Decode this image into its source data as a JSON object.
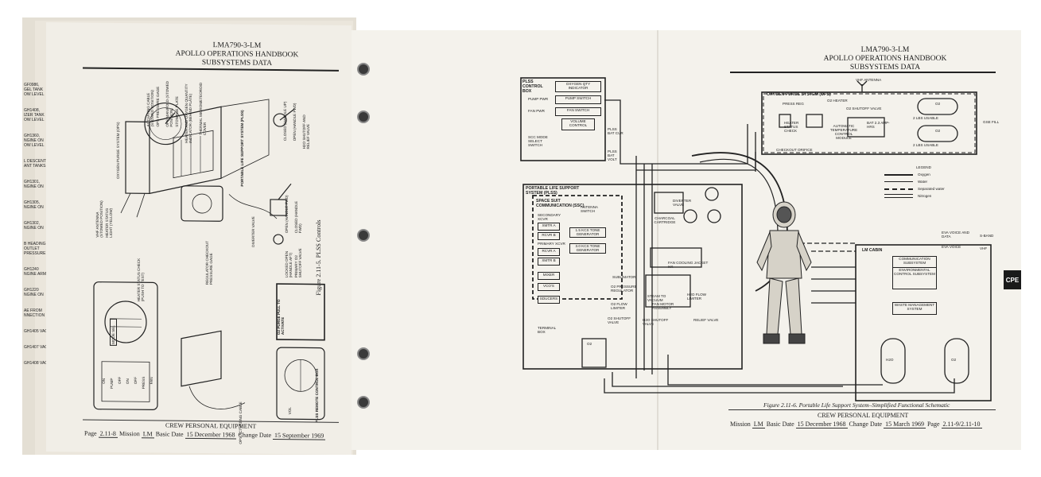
{
  "left_page": {
    "header": {
      "doc_id": "LMA790-3-LM",
      "title": "APOLLO OPERATIONS HANDBOOK",
      "subtitle": "SUBSYSTEMS DATA"
    },
    "callouts_ops": [
      "ACTUATING CABLE (STOWED POSITION)",
      "OPS PRESSURE GAGE",
      "OPS MANIFOLD (STOWED POSITION)",
      "STOWAGE PLATE",
      "HEATER AND OXYGEN QUANTITY INDICATOR (BEHIND PLATE)",
      "THERMAL MICROMETEOROID COVER"
    ],
    "callouts_ops_lower": [
      "VHF ANTENNA (STOWED POSITION)",
      "HEATER STATUS LIGHT (YELLOW)",
      "REGULATOR CHECKOUT PRESSURE GAGE",
      "HEATER STATUS CHECK (PUSH TO TEST)"
    ],
    "section_ops": "OXYGEN PURGE SYSTEM (OPS)",
    "section_plss": "PORTABLE LIFE SUPPORT SYSTEM (PLSS)",
    "callouts_plss": [
      "CLOSED (HANDLE UP)",
      "OPEN (HANDLE FWD)",
      "H2O SHUTOFF AND RELIEF VALVE",
      "OPEN (HANDLE FWD)",
      "CLOSED (HANDLE FWD)",
      "LOCKED OPEN (HANDLE AFT)",
      "PRIMARY O2 SHUTOFF VALVE",
      "DIVERTER VALVE"
    ],
    "section_rcb": "PLSS REMOTE CONTROL BOX",
    "rcb_labels": [
      "ON",
      "PUMP",
      "OFF",
      "ON",
      "OFF",
      "PRESS",
      "FAN",
      "MODE SEL"
    ],
    "rcb_callouts": [
      "VOL",
      "OPS ACTUATING CABLE",
      "O2 PURGE PULL TO ACTIVATE"
    ],
    "figure_caption": "Figure 2.11-5. PLSS Controls",
    "footer": {
      "section": "CREW PERSONAL EQUIPMENT",
      "page_label": "Page",
      "page": "2.11-8",
      "mission_label": "Mission",
      "mission": "LM",
      "basic_date_label": "Basic Date",
      "basic_date": "15 December 1968",
      "change_date_label": "Change Date",
      "change_date": "15 September 1969"
    },
    "edge_fragments": [
      "GF0986, GEL TANK OW LEVEL",
      "GH1408, IZER TANK OW LEVEL",
      "GH1360, NGINE ON OW LEVEL",
      "L DESCENT ANT TANKS",
      "GH1301, NGINE ON",
      "GH1305, NGINE ON",
      "GH1302, NGINE ON",
      "B HEADING OUTLET PRESSURE",
      "GH1240 NGINE ARM",
      "GH1220 NGINE ON",
      "AE FROM NNECTION",
      "GH1405 VAC",
      "GH1407 VAC",
      "GH1408 VAC"
    ]
  },
  "right_page": {
    "header": {
      "doc_id": "LMA790-3-LM",
      "title": "APOLLO OPERATIONS HANDBOOK",
      "subtitle": "SUBSYSTEMS DATA"
    },
    "control_box": {
      "title": "PLSS CONTROL BOX",
      "items": [
        "OXYGEN QTY INDICATOR",
        "PUMP SWITCH",
        "FAN SWITCH",
        "VOLUME CONTROL"
      ],
      "left_labels": [
        "PUMP PWR",
        "FAN PWR",
        "SCC MODE SELECT SWITCH"
      ],
      "right_labels": [
        "PLSS BAT CUR",
        "PLSS BAT VOLT"
      ]
    },
    "ops": {
      "title": "OXYGEN PURGE SYSTEM (OPS)",
      "antenna": "VHF ANTENNA",
      "labels": [
        "PRESS REG",
        "O2 HEATER",
        "O2 SHUTOFF VALVE",
        "HEATER STATUS CHECK",
        "AUTOMATIC TEMPERATURE CONTROL MODULE",
        "BAT 2.3 AMP-HRS",
        "CHECKOUT ORIFICE",
        "2 LBS USABLE",
        "2 LBS USABLE",
        "O2",
        "O2",
        "GSE FILL"
      ]
    },
    "legend": {
      "title": "LEGEND",
      "entries": [
        "Oxygen",
        "Water",
        "Separated water",
        "Nitrogen"
      ]
    },
    "plss": {
      "title": "PORTABLE LIFE SUPPORT SYSTEM (PLSS)",
      "ssc_title": "SPACE SUIT COMMUNICATION (SSC)",
      "ssc_items": [
        "SECONDARY XCVR",
        "XMTR A",
        "RCVR B",
        "PRIMARY XCVR",
        "RCVR A",
        "XMTR B",
        "MIXER",
        "VCO'S",
        "SDUCERS"
      ],
      "ssc_right": [
        "ANTENNA SWITCH",
        "1.5 KCS TONE GENERATOR",
        "3.0 KCS TONE GENERATOR"
      ],
      "labels": [
        "CHARCOAL CARTRIDGE",
        "DIVERTER VALVE",
        "FAN COOLING JACKET HX",
        "SUBLIMATOR",
        "O2 PRESSURE REGULATOR",
        "O2 FLOW LIMITER",
        "STEAM TO VACUUM",
        "FAN MOTOR ASSEMBLY",
        "H2O FLOW LIMITER",
        "O2 SHUTOFF VALVE",
        "H2O SHUTOFF VALVE",
        "RELIEF VALVE",
        "TERMINAL BOX",
        "O2"
      ]
    },
    "lm_cabin": {
      "title": "LM CABIN",
      "boxes": [
        "COMMUNICATION SUBSYSTEM",
        "ENVIRONMENTAL CONTROL SUBSYSTEM",
        "WASTE MANAGEMENT SYSTEM"
      ],
      "eva": [
        "EVA VOICE AND DATA",
        "EVA VOICE"
      ],
      "bands": [
        "S-BAND",
        "VHF"
      ],
      "tanks": [
        "H2O",
        "O2"
      ]
    },
    "figure_caption": "Figure 2.11-6.  Portable Life Support System–Simplified Functional Schematic",
    "footer": {
      "section": "CREW PERSONAL EQUIPMENT",
      "mission_label": "Mission",
      "mission": "LM",
      "basic_date_label": "Basic Date",
      "basic_date": "15 December 1968",
      "change_date_label": "Change Date",
      "change_date": "15 March 1969",
      "page_label": "Page",
      "page": "2.11-9/2.11-10"
    },
    "tab": "CPE"
  }
}
